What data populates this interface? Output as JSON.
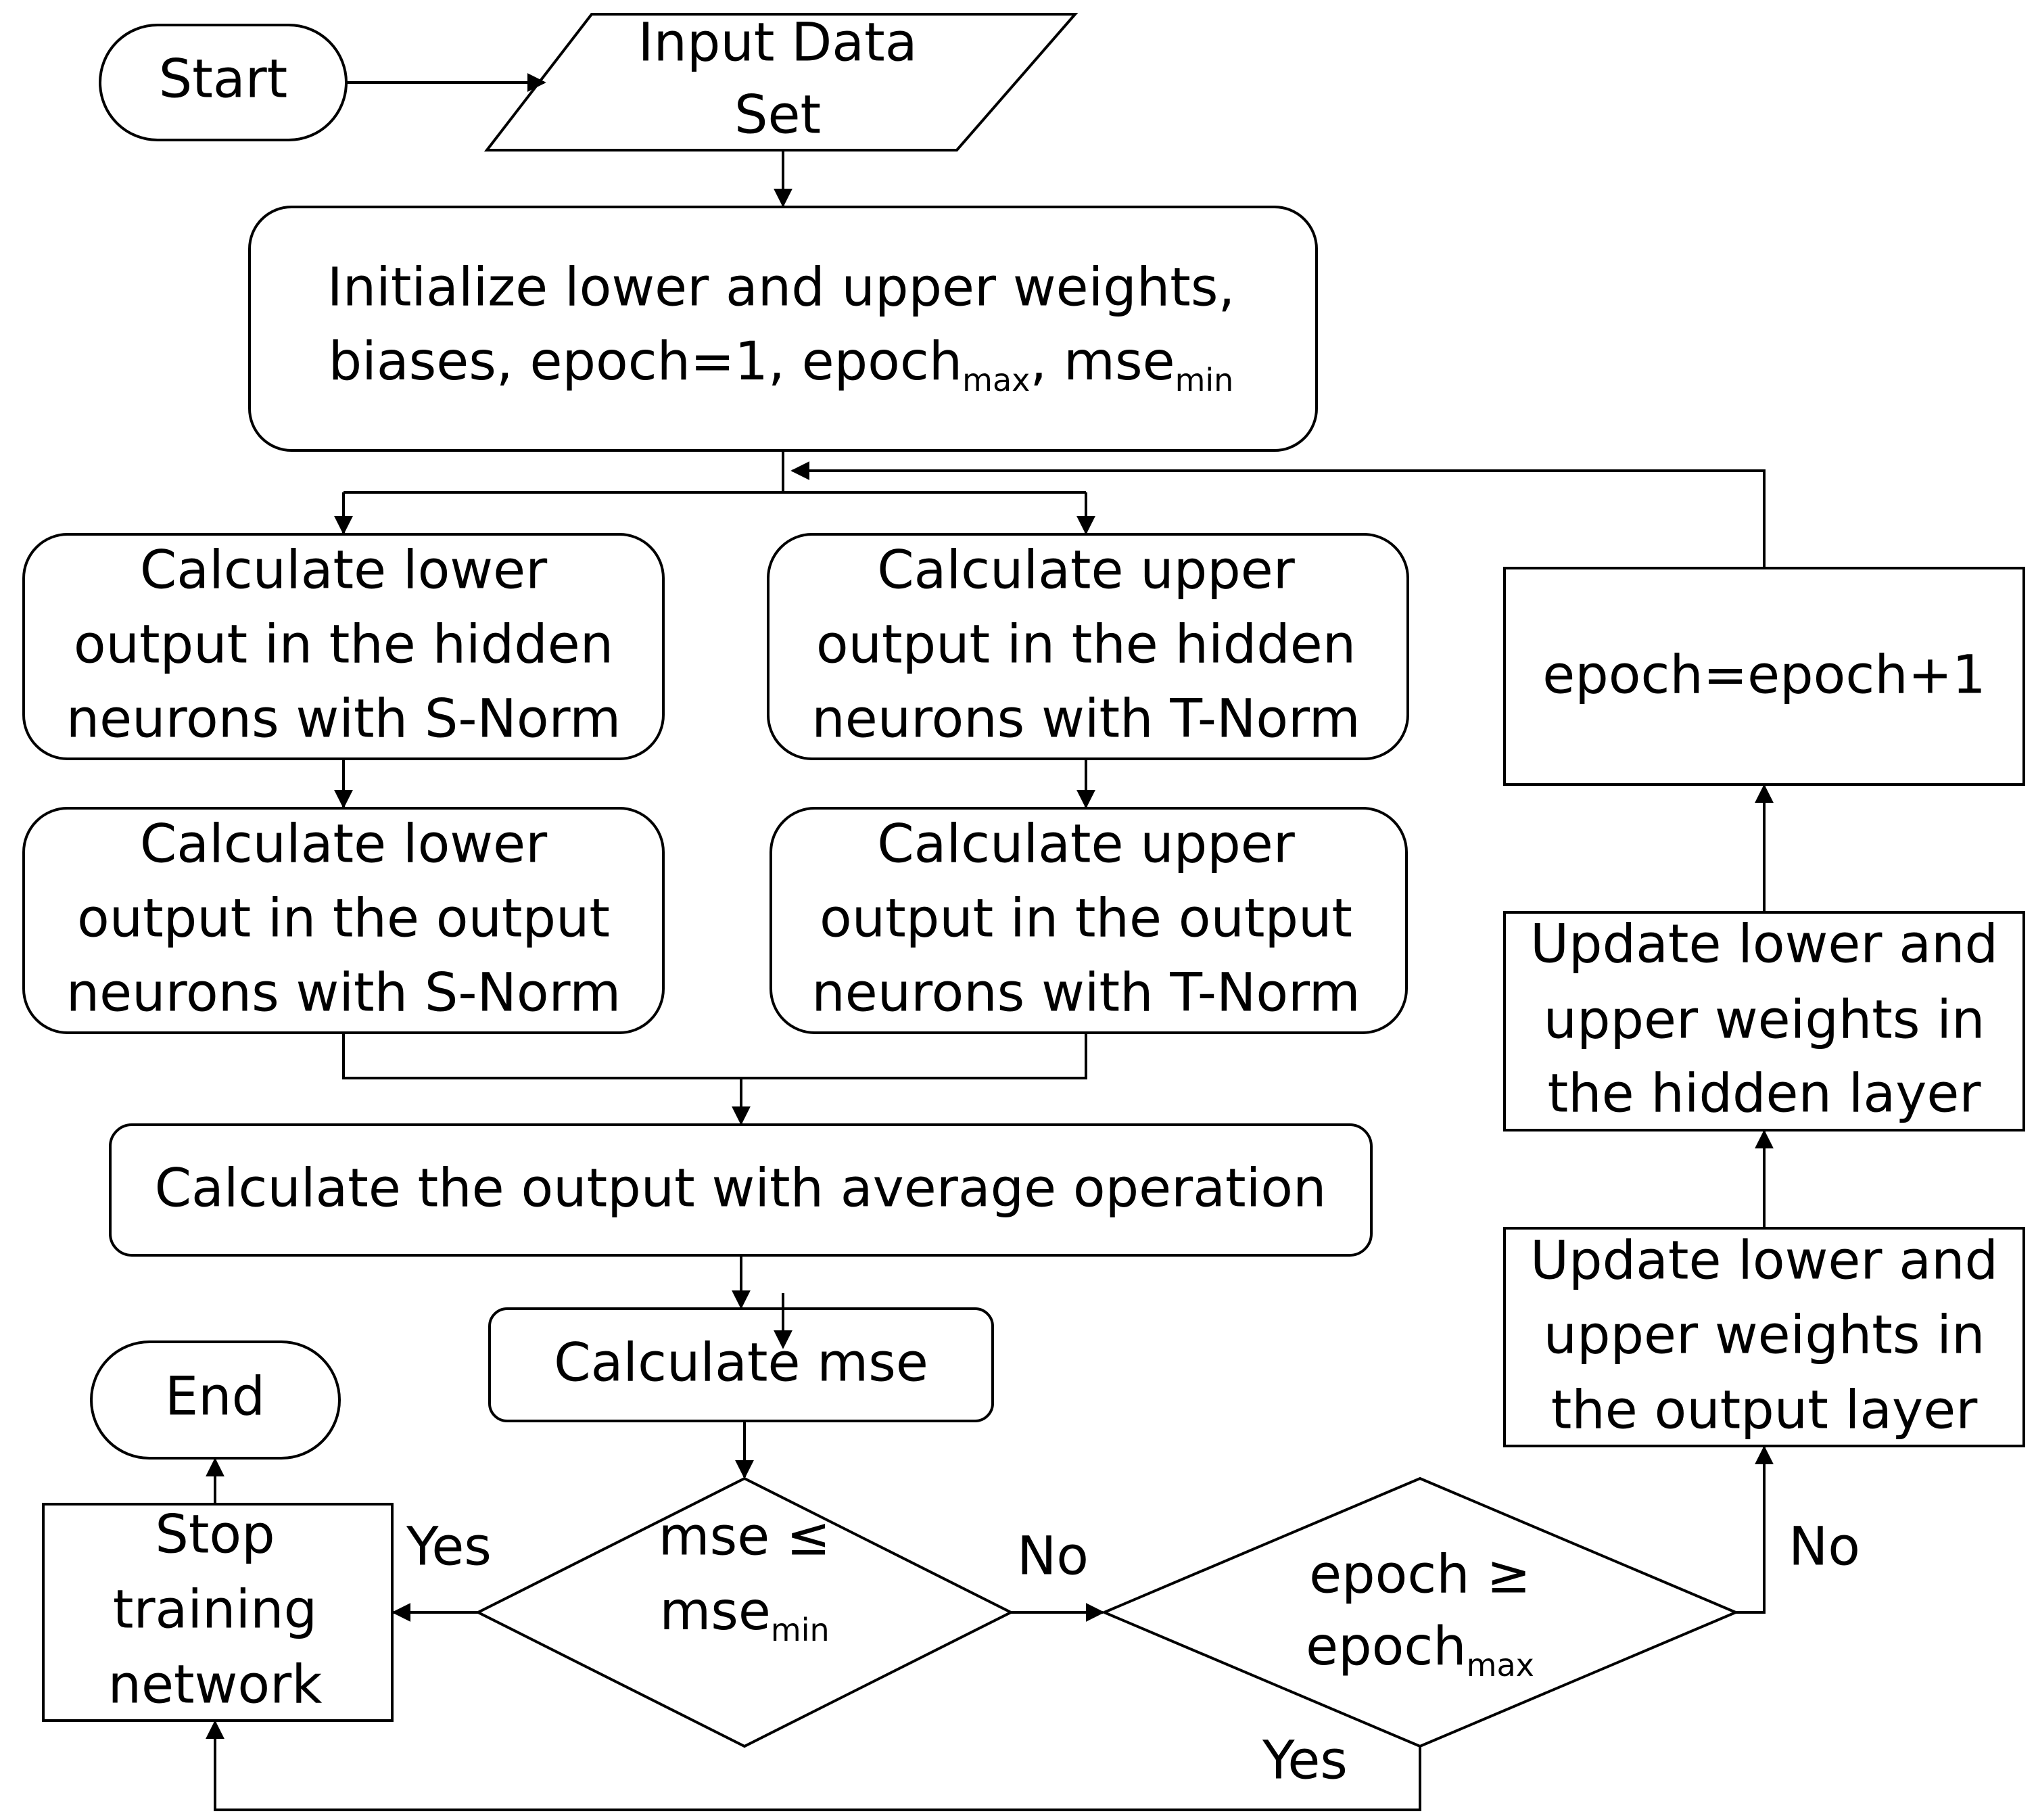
{
  "nodes": {
    "start": "Start",
    "input_line1": "Input Data",
    "input_line2": "Set",
    "init_line1": "Initialize lower and upper weights,",
    "init_line2_a": "biases, epoch=1, epoch",
    "init_line2_sub1": "max",
    "init_line2_b": ", mse",
    "init_line2_sub2": "min",
    "calc_lower_hidden": [
      "Calculate lower",
      "output in the hidden",
      "neurons with S-Norm"
    ],
    "calc_upper_hidden": [
      "Calculate upper",
      "output in the hidden",
      "neurons with T-Norm"
    ],
    "calc_lower_output": [
      "Calculate lower",
      "output in the output",
      "neurons with S-Norm"
    ],
    "calc_upper_output": [
      "Calculate upper",
      "output in the output",
      "neurons with T-Norm"
    ],
    "calc_average": "Calculate the output with average operation",
    "calc_mse": "Calculate mse",
    "decision_mse_line1": "mse ≤",
    "decision_mse_line2": "mse",
    "decision_mse_sub": "min",
    "decision_epoch_line1": "epoch ≥",
    "decision_epoch_line2": "epoch",
    "decision_epoch_sub": "max",
    "stop": [
      "Stop",
      "training",
      "network"
    ],
    "end": "End",
    "epoch_inc": "epoch=epoch+1",
    "update_hidden": [
      "Update lower and",
      "upper weights in",
      "the hidden layer"
    ],
    "update_output": [
      "Update lower and",
      "upper weights in",
      "the output layer"
    ]
  },
  "edges": {
    "yes_mse": "Yes",
    "no_mse": "No",
    "no_epoch": "No",
    "yes_epoch": "Yes"
  }
}
